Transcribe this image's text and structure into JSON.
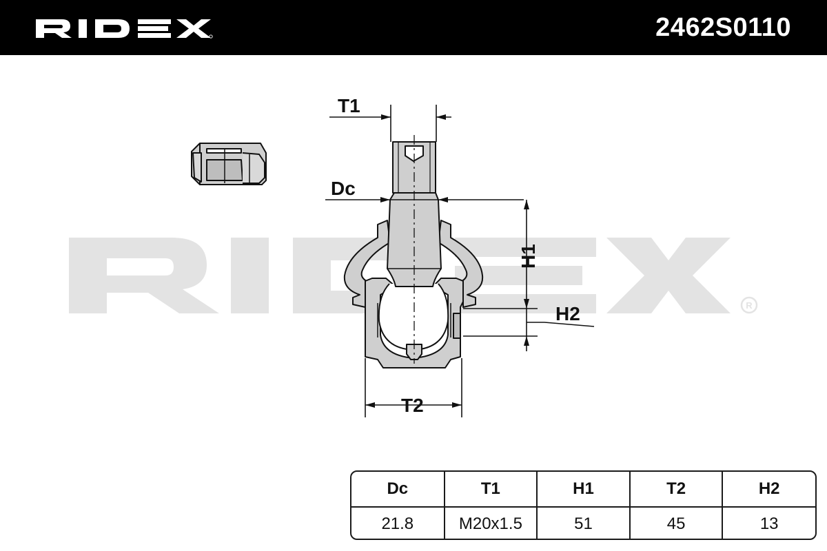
{
  "header": {
    "brand": "RIDEX",
    "part_number": "2462S0110"
  },
  "watermark": {
    "text": "RIDEX"
  },
  "dimension_labels": {
    "t1": "T1",
    "dc": "Dc",
    "h1": "H1",
    "h2": "H2",
    "t2": "T2"
  },
  "spec_table": {
    "columns": [
      "Dc",
      "T1",
      "H1",
      "T2",
      "H2"
    ],
    "values": [
      "21.8",
      "M20x1.5",
      "51",
      "45",
      "13"
    ]
  },
  "colors": {
    "header_bg": "#000000",
    "header_text": "#ffffff",
    "watermark": "#e3e3e3",
    "part_fill": "#cfcfcf",
    "line": "#111111"
  }
}
